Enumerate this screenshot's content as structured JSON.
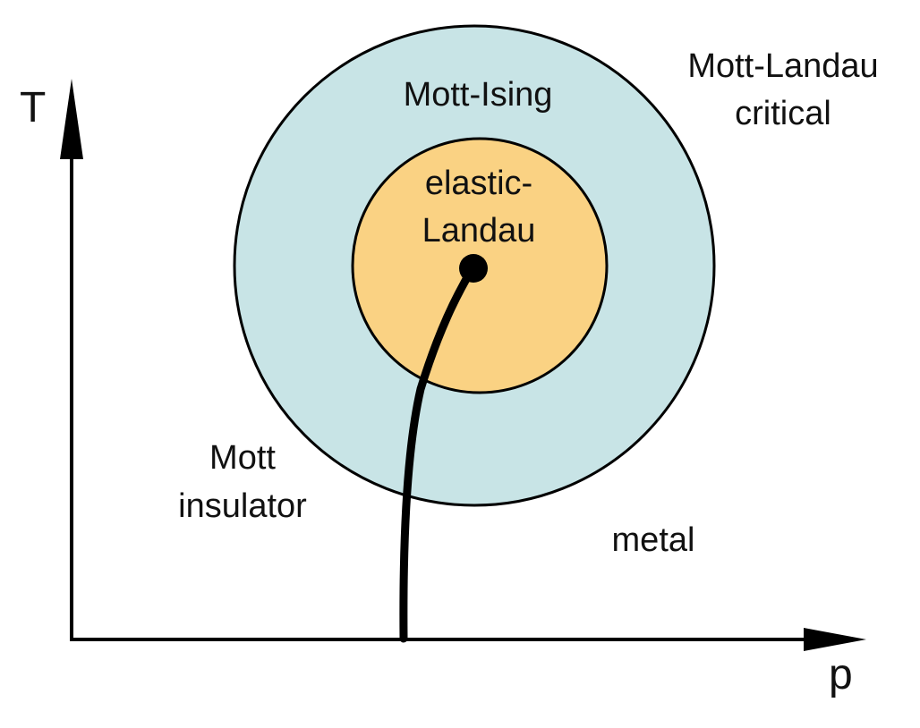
{
  "axes": {
    "y_label": "T",
    "x_label": "p"
  },
  "regions": {
    "outer_top_right": {
      "line1": "Mott-Landau",
      "line2": "critical"
    },
    "outer_ring": {
      "label": "Mott-Ising"
    },
    "inner_circle": {
      "line1": "elastic-",
      "line2": "Landau"
    },
    "left": {
      "line1": "Mott",
      "line2": "insulator"
    },
    "right": {
      "label": "metal"
    }
  },
  "colors": {
    "outer_ring_fill": "#c8e4e6",
    "inner_circle_fill": "#fad283",
    "line": "#000000"
  }
}
